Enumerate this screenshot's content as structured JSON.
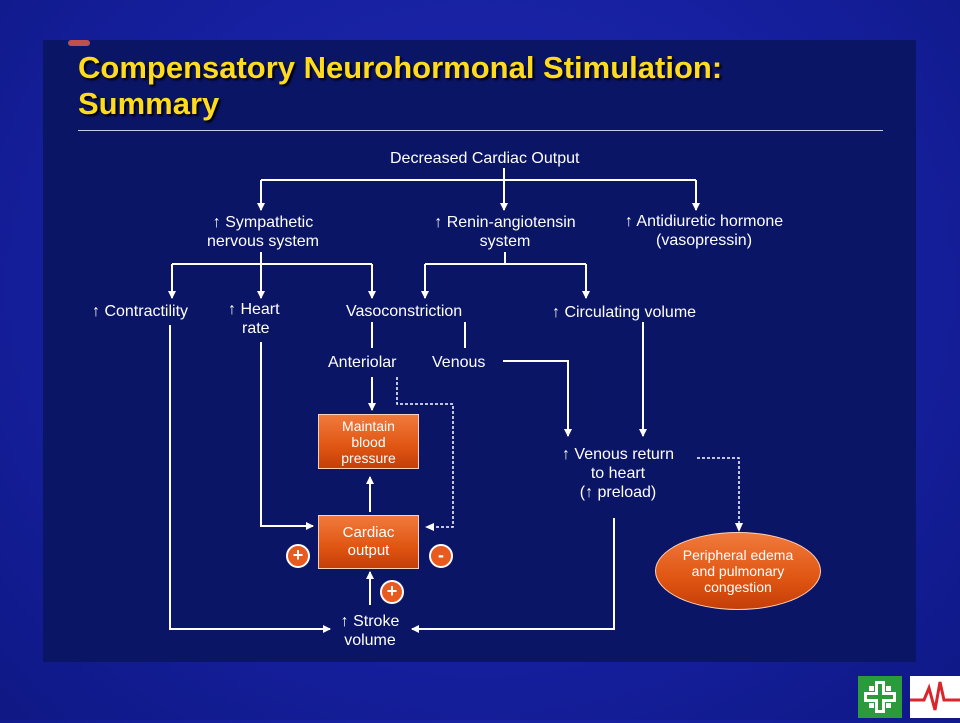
{
  "slide": {
    "title_line1": "Compensatory Neurohormonal Stimulation:",
    "title_line2": "Summary"
  },
  "diagram": {
    "decreased_cardiac_output": "Decreased Cardiac Output",
    "sympathetic_line1": "↑ Sympathetic",
    "sympathetic_line2": "nervous system",
    "renin_line1": "↑ Renin-angiotensin",
    "renin_line2": "system",
    "adh_line1": "↑ Antidiuretic hormone",
    "adh_line2": "(vasopressin)",
    "contractility": "↑ Contractility",
    "heart_rate_line1": "↑ Heart",
    "heart_rate_line2": "rate",
    "vasoconstriction": "Vasoconstriction",
    "circulating_volume": "↑ Circulating volume",
    "anteriolar": "Anteriolar",
    "venous": "Venous",
    "maintain_bp_line1": "Maintain",
    "maintain_bp_line2": "blood",
    "maintain_bp_line3": "pressure",
    "venous_return_line1": "↑ Venous return",
    "venous_return_line2": "to heart",
    "venous_return_line3": "(↑ preload)",
    "cardiac_output_line1": "Cardiac",
    "cardiac_output_line2": "output",
    "peripheral_line1": "Peripheral edema",
    "peripheral_line2": "and pulmonary",
    "peripheral_line3": "congestion",
    "stroke_volume_line1": "↑ Stroke",
    "stroke_volume_line2": "volume",
    "sign_plus_left": "+",
    "sign_minus": "-",
    "sign_plus_bottom": "+"
  },
  "colors": {
    "title": "#ffdb1f",
    "background": "#1620a0",
    "panel": "#0b1566",
    "box_fill": "#e05512"
  },
  "icons": [
    "hospital-cross-logo-icon",
    "heartbeat-logo-icon"
  ]
}
